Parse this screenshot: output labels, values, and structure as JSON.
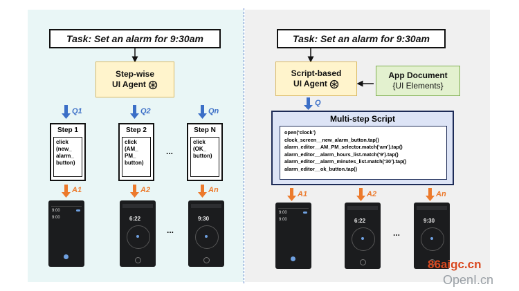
{
  "left": {
    "task": "Task: Set an alarm for 9:30am",
    "agent": {
      "line1": "Step-wise",
      "line2": "UI Agent",
      "icon": "openai-icon"
    },
    "queries": [
      "Q1",
      "Q2",
      "Qn"
    ],
    "steps": [
      {
        "title": "Step 1",
        "body": "click\n(new_\nalarm_\nbutton)"
      },
      {
        "title": "Step 2",
        "body": "click\n(AM_\nPM_\nbutton)"
      },
      {
        "title": "Step N",
        "body": "click\n(OK_\nbutton)"
      }
    ],
    "actions": [
      "A1",
      "A2",
      "An"
    ],
    "ellipsis": "..."
  },
  "right": {
    "task": "Task: Set an alarm for 9:30am",
    "agent": {
      "line1": "Script-based",
      "line2": "UI Agent",
      "icon": "openai-icon"
    },
    "doc": {
      "title": "App Document",
      "subtitle": "{UI Elements}"
    },
    "query": "Q",
    "script": {
      "title": "Multi-step Script",
      "lines": [
        "open(‘clock’)",
        "clock_screen__new_alarm_button.tap()",
        "alarm_editor__AM_PM_selector.match(‘am’).tap()",
        "alarm_editor__alarm_hours_list.match(‘9’).tap()",
        "alarm_editor__alarm_minutes_list.match(‘30’).tap()",
        "alarm_editor__ok_button.tap()"
      ]
    },
    "actions": [
      "A1",
      "A2",
      "An"
    ],
    "ellipsis": "..."
  },
  "phones": {
    "screen1": {
      "time1": "9:00",
      "time2": "9:00"
    },
    "screen2": {
      "time": "6:22"
    },
    "screen3": {
      "time": "9:30"
    }
  },
  "watermark": {
    "line1": "86aigc.cn",
    "line2": "OpenI.cn"
  },
  "colors": {
    "blue": "#3c6fc7",
    "orange": "#ec7a2c",
    "navy": "#1d2b57"
  }
}
